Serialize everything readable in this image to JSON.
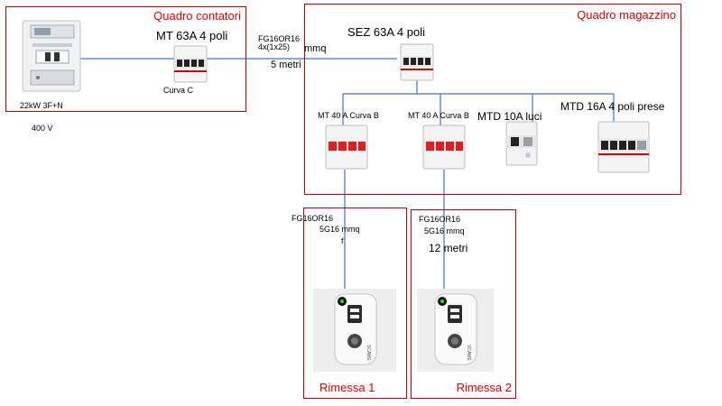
{
  "boxes": {
    "contatori": "Quadro contatori",
    "magazzino": "Quadro magazzino",
    "rimessa1": "Rimessa 1",
    "rimessa2": "Rimessa 2"
  },
  "meter": {
    "power": "22kW   3F+N",
    "voltage": "400 V"
  },
  "mt63": {
    "title": "MT 63A 4 poli",
    "curve": "Curva   C"
  },
  "main_cable": {
    "type": "FG16OR16",
    "section": "4x(1x25)",
    "unit": "mmq",
    "length": "5 metri"
  },
  "sez": {
    "title": "SEZ  63A  4 poli"
  },
  "breakers": {
    "mt40a": "MT 40  A Curva B",
    "mt40b": "MT 40  A Curva B",
    "mtd10": "MTD  10A  luci",
    "mtd16": "MTD  16A 4 poli prese"
  },
  "cable1": {
    "type": "FG16OR16",
    "section": "5G16 mmq",
    "extra": "f"
  },
  "cable2": {
    "type": "FG16OR16",
    "section": "5G16 mmq",
    "length": "12  metri"
  },
  "charger": {
    "brand": "SCAME"
  }
}
